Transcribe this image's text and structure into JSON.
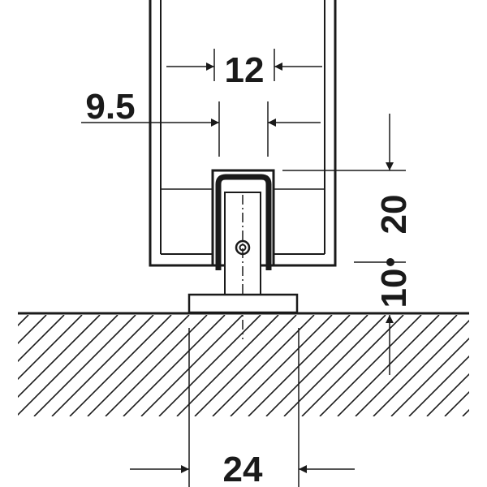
{
  "dimensions": {
    "top_width": "12",
    "slot_width": "9.5",
    "height": "20",
    "offset": "10",
    "base_width": "24"
  },
  "colors": {
    "line": "#1a1a1a",
    "background": "#ffffff"
  }
}
